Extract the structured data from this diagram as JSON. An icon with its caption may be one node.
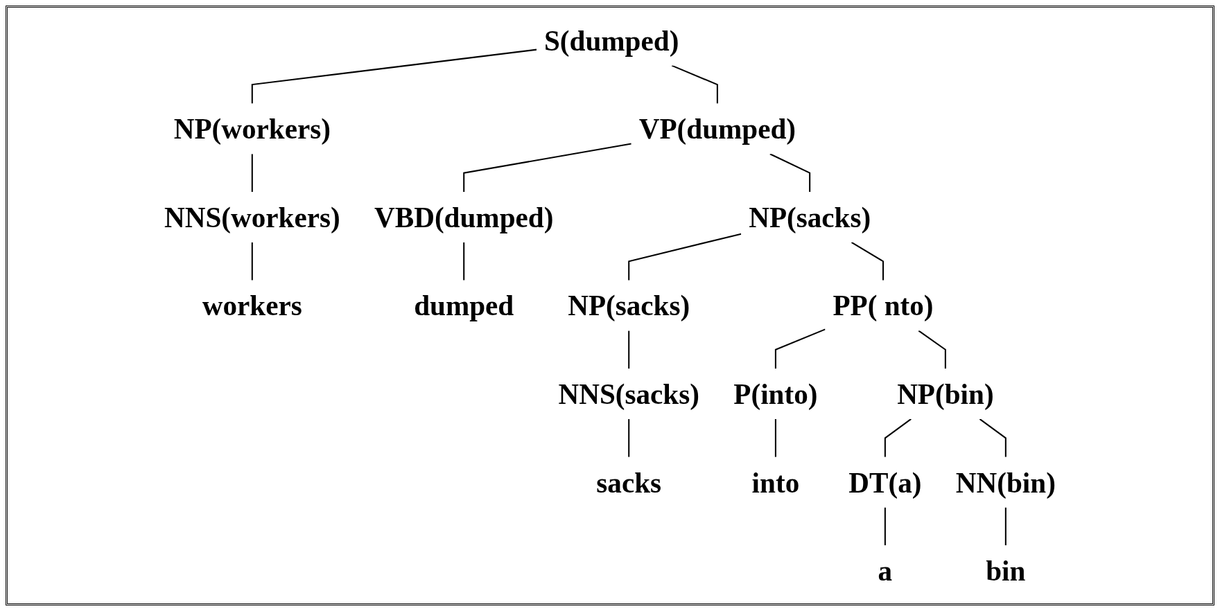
{
  "diagram": {
    "nodes": [
      {
        "text": [
          "S(dumped)"
        ]
      },
      {
        "text": [
          "NP(workers)"
        ]
      },
      {
        "text": [
          "VP(dumped)"
        ]
      },
      {
        "text": [
          "NNS(workers)"
        ]
      },
      {
        "text": [
          "VBD(dumped)"
        ]
      },
      {
        "text": [
          "NP(sacks)"
        ]
      },
      {
        "text": [
          "NP(sacks)"
        ]
      },
      {
        "text": [
          "PP( nto)"
        ]
      },
      {
        "text": [
          "NNS(sacks)"
        ]
      },
      {
        "text": [
          "P(into)"
        ]
      },
      {
        "text": [
          "NP(bin)"
        ]
      },
      {
        "text": [
          "DT(a)"
        ]
      },
      {
        "text": [
          "NN(bin)"
        ]
      },
      {
        "text": [
          "workers"
        ]
      },
      {
        "text": [
          "dumped"
        ]
      },
      {
        "text": [
          "sacks"
        ]
      },
      {
        "text": [
          "into"
        ]
      },
      {
        "text": [
          "a"
        ]
      },
      {
        "text": [
          "bin"
        ]
      }
    ],
    "edges": [
      {
        "from": 0,
        "to": 1,
        "arrow": "none"
      },
      {
        "from": 0,
        "to": 2,
        "arrow": "none"
      },
      {
        "from": 1,
        "to": 3,
        "arrow": "none"
      },
      {
        "from": 2,
        "to": 4,
        "arrow": "none"
      },
      {
        "from": 2,
        "to": 5,
        "arrow": "none"
      },
      {
        "from": 5,
        "to": 6,
        "arrow": "none"
      },
      {
        "from": 5,
        "to": 7,
        "arrow": "none"
      },
      {
        "from": 6,
        "to": 8,
        "arrow": "none"
      },
      {
        "from": 7,
        "to": 9,
        "arrow": "none"
      },
      {
        "from": 7,
        "to": 10,
        "arrow": "none"
      },
      {
        "from": 10,
        "to": 11,
        "arrow": "none"
      },
      {
        "from": 10,
        "to": 12,
        "arrow": "none"
      },
      {
        "from": 3,
        "to": 13,
        "arrow": "none"
      },
      {
        "from": 4,
        "to": 14,
        "arrow": "none"
      },
      {
        "from": 8,
        "to": 15,
        "arrow": "none"
      },
      {
        "from": 9,
        "to": 16,
        "arrow": "none"
      },
      {
        "from": 11,
        "to": 17,
        "arrow": "none"
      },
      {
        "from": 12,
        "to": 18,
        "arrow": "none"
      }
    ]
  }
}
